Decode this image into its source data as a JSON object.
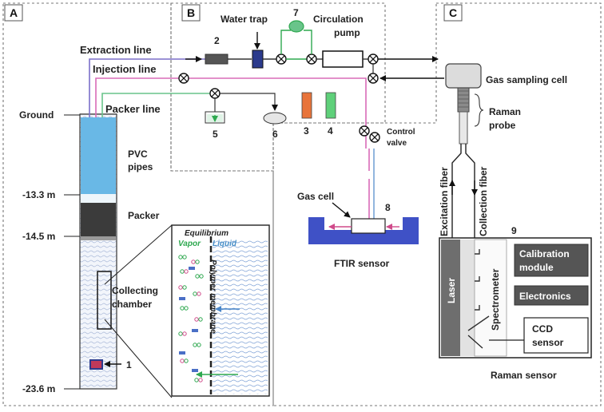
{
  "panels": {
    "a": "A",
    "b": "B",
    "c": "C"
  },
  "lines": {
    "extraction": "Extraction line",
    "injection": "Injection line",
    "packer": "Packer line"
  },
  "depths": {
    "ground": "Ground",
    "d1": "-13.3 m",
    "d2": "-14.5 m",
    "d3": "-23.6 m"
  },
  "well": {
    "pvc": "PVC",
    "pipes": "pipes",
    "packer": "Packer",
    "collecting": "Collecting",
    "chamber": "chamber"
  },
  "inset": {
    "title": "Equilibrium",
    "vapor": "Vapor",
    "liquid": "Liquid",
    "membrane": "Polymer membrane"
  },
  "components": {
    "water_trap": "Water trap",
    "circulation": "Circulation",
    "pump": "pump",
    "control": "Control",
    "valve": "valve",
    "gas_cell": "Gas cell",
    "ftir": "FTIR sensor",
    "gas_sampling": "Gas sampling cell",
    "raman": "Raman",
    "probe": "probe",
    "excitation": "Excitation fiber",
    "collection": "Collection fiber",
    "laser": "Laser",
    "spectrometer": "Spectrometer",
    "calibration1": "Calibration",
    "calibration2": "module",
    "electronics": "Electronics",
    "ccd1": "CCD",
    "ccd2": "sensor",
    "raman_sensor": "Raman sensor"
  },
  "numbers": {
    "n1": "1",
    "n2": "2",
    "n3": "3",
    "n4": "4",
    "n5": "5",
    "n6": "6",
    "n7": "7",
    "n8": "8",
    "n9": "9"
  },
  "colors": {
    "extraction": "#7b6fc9",
    "injection": "#d96bb8",
    "packer": "#69c48a",
    "dashed_border": "#777777",
    "ftir_basin": "#3f51c6",
    "box_dark": "#555555",
    "water_trap": "#2b3a8c",
    "item3": "#e8743b",
    "item4": "#5fd07a",
    "pvc": "#5fb8e8"
  }
}
